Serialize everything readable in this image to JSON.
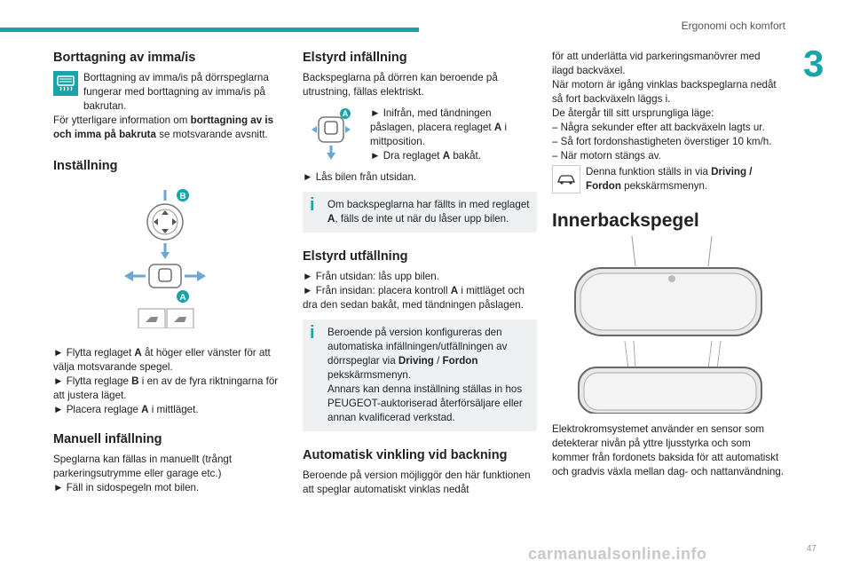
{
  "header": {
    "section_title": "Ergonomi och komfort",
    "chapter_number": "3",
    "page_number": "47"
  },
  "watermark": "carmanualsonline.info",
  "col1": {
    "defog": {
      "heading": "Borttagning av imma/is",
      "icon": "rear-defrost-icon",
      "text": "Borttagning av imma/is på dörrspeglarna fungerar med borttagning av imma/is på bakrutan.",
      "ref_prefix": "För ytterligare information om ",
      "ref_bold": "borttagning av is och imma på bakruta",
      "ref_suffix": " se motsvarande avsnitt."
    },
    "setting": {
      "heading": "Inställning",
      "label_b": "B",
      "label_a": "A",
      "steps": [
        {
          "pre": "► Flytta reglaget ",
          "bold": "A",
          "post": " åt höger eller vänster för att välja motsvarande spegel."
        },
        {
          "pre": "► Flytta reglage ",
          "bold": "B",
          "post": " i en av de fyra riktningarna för att justera läget."
        },
        {
          "pre": "► Placera reglage ",
          "bold": "A",
          "post": " i mittläget."
        }
      ]
    },
    "manual_fold": {
      "heading": "Manuell infällning",
      "text": "Speglarna kan fällas in manuellt (trångt parkeringsutrymme eller garage etc.)",
      "step": "► Fäll in sidospegeln mot bilen."
    }
  },
  "col2": {
    "electric_fold": {
      "heading": "Elstyrd infällning",
      "intro": "Backspeglarna på dörren kan beroende på utrustning, fällas elektriskt.",
      "label_a": "A",
      "step1_pre": "► Inifrån, med tändningen påslagen, placera reglaget ",
      "step1_bold": "A",
      "step1_post": " i mittposition.",
      "step2_pre": "► Dra reglaget ",
      "step2_bold": "A",
      "step2_post": " bakåt.",
      "step3": "► Lås bilen från utsidan.",
      "note_pre": "Om backspeglarna har fällts in med reglaget ",
      "note_bold": "A",
      "note_post": ", fälls de inte ut när du låser upp bilen."
    },
    "electric_unfold": {
      "heading": "Elstyrd utfällning",
      "step1": "► Från utsidan: lås upp bilen.",
      "step2_pre": "► Från insidan: placera kontroll ",
      "step2_bold": "A",
      "step2_post": " i mittläget och dra den sedan bakåt, med tändningen påslagen.",
      "note1_pre": "Beroende på version konfigureras den automatiska infällningen/utfällningen av dörrspeglar via ",
      "note1_bold1": "Driving",
      "note1_mid": " / ",
      "note1_bold2": "Fordon",
      "note1_post": " pekskärmsmenyn.",
      "note2": "Annars kan denna inställning ställas in hos PEUGEOT-auktoriserad återförsäljare eller annan kvalificerad verkstad."
    },
    "auto_tilt": {
      "heading": "Automatisk vinkling vid backning",
      "text": "Beroende på version möjliggör den här funktionen att speglar automatiskt vinklas nedåt"
    }
  },
  "col3": {
    "auto_tilt_cont": {
      "p1": "för att underlätta vid parkeringsmanövrer med ilagd backväxel.",
      "p2": "När motorn är igång vinklas backspeglarna nedåt så fort backväxeln läggs i.",
      "p3": "De återgår till sitt ursprungliga läge:",
      "items": [
        "– Några sekunder efter att backväxeln lagts ur.",
        "– Så fort fordonshastigheten överstiger 10 km/h.",
        "– När motorn stängs av."
      ],
      "menu_pre": "Denna funktion ställs in via ",
      "menu_bold": "Driving / Fordon",
      "menu_post": " pekskärmsmenyn."
    },
    "inner_mirror": {
      "heading": "Innerbackspegel",
      "text": "Elektrokromsystemet använder en sensor som detekterar nivån på yttre ljusstyrka och som kommer från fordonets baksida för att automatiskt och gradvis växla mellan dag- och nattanvändning."
    }
  }
}
